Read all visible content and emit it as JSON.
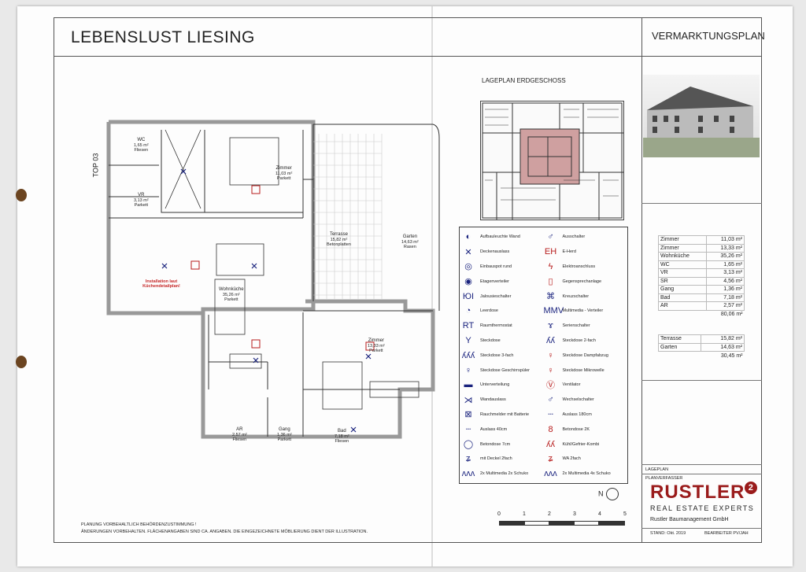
{
  "header": {
    "project_title": "LEBENSLUST LIESING",
    "plan_type": "VERMARKTUNGSPLAN"
  },
  "site_plan": {
    "title": "LAGEPLAN ERDGESCHOSS"
  },
  "floorplan": {
    "unit": "TOP 03",
    "kitchen_note": "Installation laut Küchendetailplan!",
    "rooms": [
      {
        "name": "Zimmer",
        "area": "11,03 m²",
        "floor": "Parkett"
      },
      {
        "name": "Wohnküche",
        "area": "35,26 m²",
        "floor": "Parkett"
      },
      {
        "name": "Zimmer",
        "area": "13,33 m²",
        "floor": "Parkett"
      },
      {
        "name": "Terrasse",
        "area": "15,82 m²",
        "floor": "Betonplatten"
      },
      {
        "name": "Garten",
        "area": "14,63 m²",
        "floor": "Rasen"
      },
      {
        "name": "WC",
        "area": "1,65 m²",
        "floor": "Fliesen"
      },
      {
        "name": "VR",
        "area": "3,13 m²",
        "floor": "Parkett"
      },
      {
        "name": "Bad",
        "area": "7,18 m²",
        "floor": "Fliesen"
      },
      {
        "name": "AR",
        "area": "2,57 m²",
        "floor": "Fliesen"
      },
      {
        "name": "Gang",
        "area": "1,36 m²",
        "floor": "Parkett"
      }
    ]
  },
  "legend": {
    "left": [
      "Aufbauleuchte Wand",
      "Deckenauslass",
      "Einbauspot rund",
      "Etagenverteiler",
      "Jalousieschalter",
      "Leerdose",
      "Raumthermostat",
      "Steckdose",
      "Steckdose 3-fach",
      "Steckdose Geschirrspüler",
      "Unterverteilung",
      "Wandauslass",
      "Rauchmelder mit Batterie",
      "Auslass 40cm",
      "Betondose 7cm",
      "mit Deckel 2fach",
      "2x Multimedia 2x Schuko"
    ],
    "right": [
      "Ausschalter",
      "E-Herd",
      "Elektroanschluss",
      "Gegensprechanlage",
      "Kreuzschalter",
      "Multimedia - Verteiler",
      "Serienschalter",
      "Steckdose 2-fach",
      "Steckdose Dampfabzug",
      "Steckdose Mikrowelle",
      "Ventilator",
      "Wechselschalter",
      "Auslass 180cm",
      "Betondose 2K",
      "Kühl/Gefrier-Kombi",
      "WA 2fach",
      "2x Multimedia 4x Schuko"
    ],
    "left_symbols": [
      "◐",
      "✕",
      "◎",
      "◉",
      "ЮI",
      "◔",
      "RT",
      "Y",
      "ʎʎʎ",
      "♀",
      "▬",
      "⋊",
      "⊠",
      "┄",
      "◯",
      "ʑ",
      "ʌʌʌ"
    ],
    "right_symbols": [
      "♂",
      "EH",
      "ϟ",
      "▯",
      "⌘",
      "MMV",
      "ɤ",
      "ʎʎ",
      "♀",
      "♀",
      "Ⓥ",
      "♂",
      "┄",
      "8",
      "ʎʎ",
      "ʑ",
      "ʌʌʌ"
    ]
  },
  "areas": {
    "interior": [
      [
        "Zimmer",
        "11,03 m²"
      ],
      [
        "Zimmer",
        "13,33 m²"
      ],
      [
        "Wohnküche",
        "35,26 m²"
      ],
      [
        "WC",
        "1,65 m²"
      ],
      [
        "VR",
        "3,13 m²"
      ],
      [
        "SR",
        "4,56 m²"
      ],
      [
        "Gang",
        "1,36 m²"
      ],
      [
        "Bad",
        "7,18 m²"
      ],
      [
        "AR",
        "2,57 m²"
      ]
    ],
    "interior_total": "80,06 m²",
    "exterior": [
      [
        "Terrasse",
        "15,82 m²"
      ],
      [
        "Garten",
        "14,63 m²"
      ]
    ],
    "exterior_total": "30,45 m²"
  },
  "notes": [
    "PLANUNG VORBEHALTLICH BEHÖRDENZUSTIMMUNG !",
    "ÄNDERUNGEN VORBEHALTEN. FLÄCHENANGABEN SIND CA. ANGABEN. DIE EINGEZEICHNETE MÖBLIERUNG DIENT DER ILLUSTRATION."
  ],
  "scale": [
    "0",
    "1",
    "2",
    "3",
    "4",
    "5"
  ],
  "north_label": "N",
  "titleblock": {
    "lageplan": "LAGEPLAN",
    "planverfasser": "PLANVERFASSER",
    "logo": "RUSTLER",
    "logo_mark": "2",
    "tagline": "REAL ESTATE EXPERTS",
    "credit": "Rustler Baumanagement GmbH",
    "stand": "STAND: Okt. 2019",
    "bearbeiter": "BEARBEITER PV/JAH"
  },
  "colors": {
    "logo": "#9a1b1b",
    "symbol_blue": "#1a237e",
    "symbol_red": "#b71c1c"
  }
}
